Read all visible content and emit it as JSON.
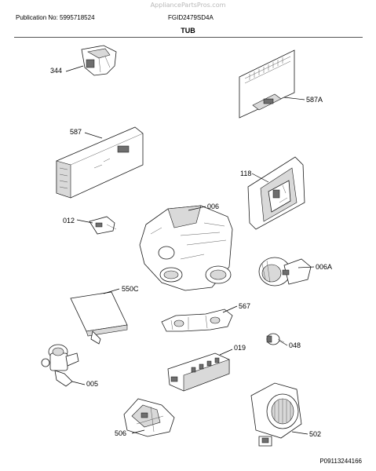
{
  "watermark": "AppliancePartsPros.com",
  "header": {
    "publication": "Publication No: 5995718524",
    "model": "FGID2479SD4A"
  },
  "title": "TUB",
  "callouts": {
    "c344": "344",
    "c587A": "587A",
    "c587": "587",
    "c118": "118",
    "c006": "006",
    "c012": "012",
    "c006A": "006A",
    "c550C": "550C",
    "c567": "567",
    "c048": "048",
    "c019": "019",
    "c005": "005",
    "c506": "506",
    "c502": "502"
  },
  "footer": "P09113244166"
}
